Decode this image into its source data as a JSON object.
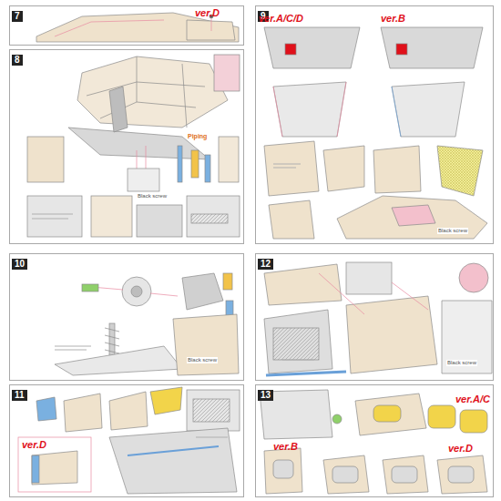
{
  "diagram": {
    "nodes": [
      {
        "text": [
          "7"
        ]
      },
      {
        "text": [
          "8"
        ]
      },
      {
        "text": [
          "9"
        ]
      },
      {
        "text": [
          "10"
        ]
      },
      {
        "text": [
          "11"
        ]
      },
      {
        "text": [
          "12"
        ]
      },
      {
        "text": [
          "13"
        ]
      }
    ],
    "labels": [
      "ver.D",
      "Piping",
      "Black screw",
      "ver.A/C/D",
      "ver.B",
      "Black screw",
      "Black screw",
      "ver.D",
      "Black screw",
      "ver.A/C",
      "ver.B",
      "ver.D"
    ]
  }
}
